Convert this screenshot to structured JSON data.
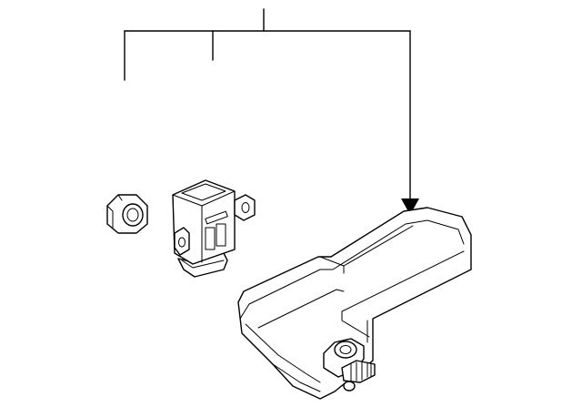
{
  "diagram": {
    "background": "#ffffff",
    "stroke_color": "#000000",
    "parts": [
      {
        "name": "nut",
        "icon": "nut-icon"
      },
      {
        "name": "sensor",
        "icon": "sensor-icon"
      },
      {
        "name": "module",
        "icon": "module-icon"
      }
    ],
    "callout_tree": {
      "branches": 3,
      "arrow_branch": "module"
    }
  }
}
